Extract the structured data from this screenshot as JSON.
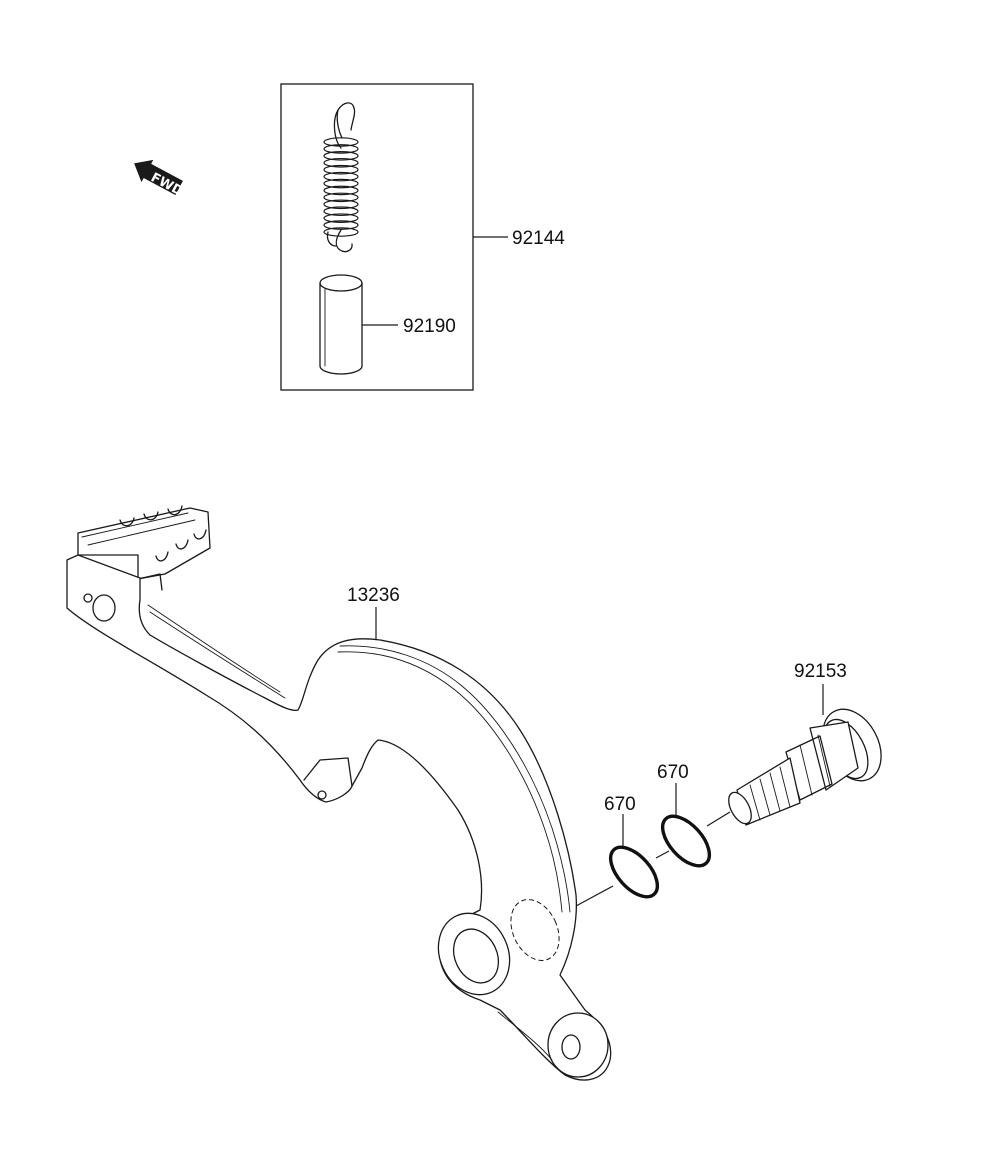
{
  "fwd_indicator": {
    "text": "FWD",
    "icon": "forward-direction-arrow-icon"
  },
  "parts": {
    "spring_kit": {
      "part_number": "92144"
    },
    "collar": {
      "part_number": "92190"
    },
    "brake_pedal": {
      "part_number": "13236"
    },
    "pivot_bolt": {
      "part_number": "92153"
    },
    "o_ring_outer": {
      "part_number": "670"
    },
    "o_ring_inner": {
      "part_number": "670"
    }
  },
  "colors": {
    "line": "#1a1a1a",
    "background": "#ffffff"
  }
}
